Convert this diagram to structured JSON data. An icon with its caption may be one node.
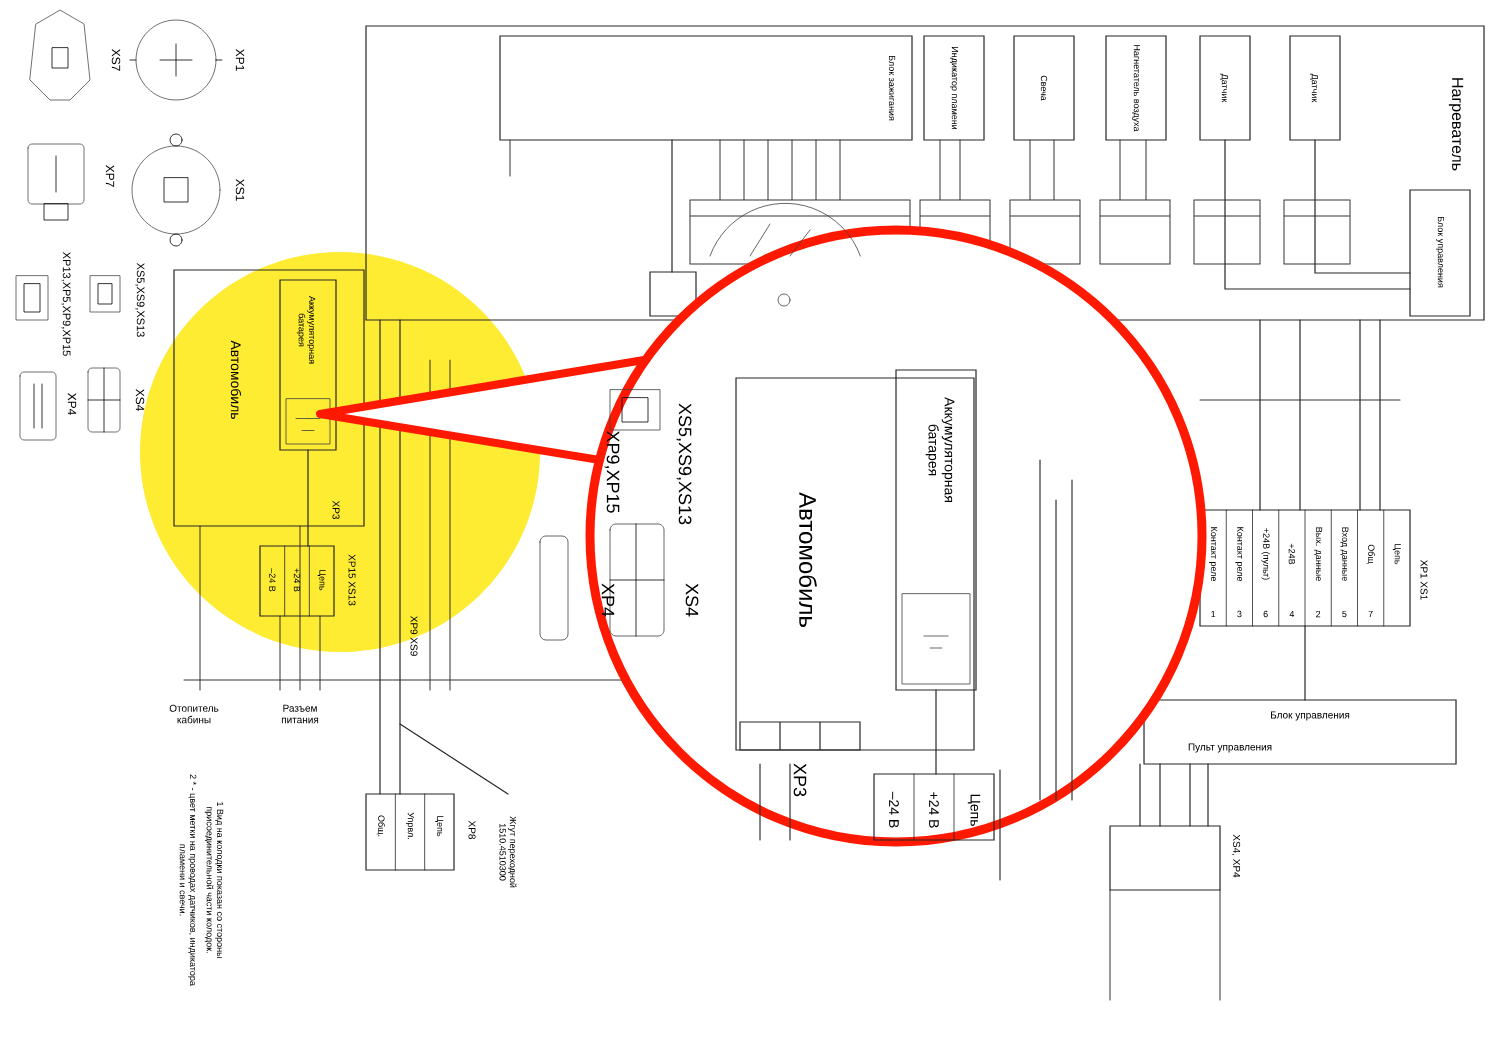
{
  "diagram": {
    "nodes": [
      {
        "text": [
          "Нагреватель"
        ]
      },
      {
        "text": [
          "Блок зажигания"
        ],
        "in": 0
      },
      {
        "text": [
          "Индикатор пламени"
        ],
        "in": 0
      },
      {
        "text": [
          "Свеча"
        ],
        "in": 0
      },
      {
        "text": [
          "Нагнетатель воздуха"
        ],
        "in": 0
      },
      {
        "text": [
          "Датчик"
        ],
        "in": 0
      },
      {
        "text": [
          "Датчик"
        ],
        "in": 0
      },
      {
        "text": [],
        "shape": "box",
        "in": 0
      },
      {
        "text": [
          "Блок управления"
        ],
        "in": 0
      },
      {
        "text": [
          "Автомобиль"
        ]
      },
      {
        "text": [
          "Аккумуляторная батарея"
        ],
        "in": 9
      },
      {
        "text": [
          "Общ.",
          "Упрвл.",
          "Цепь"
        ],
        "beside": [
          "XP8"
        ]
      },
      {
        "text": [
          "Жгут переходной 1510.4510300"
        ]
      },
      {
        "text": [
          "Блок управления",
          "Пульт управления"
        ]
      },
      {
        "text": [
          "Контакт реле",
          "Контакт реле",
          "+24В (пульт)",
          "+24В",
          "Вых. данные",
          "Вход данные",
          "Общ",
          "Цепь"
        ],
        "beside": [
          "XP1 XS1"
        ]
      },
      {
        "text": [],
        "shape": "box",
        "beside": [
          "XS4, XP4"
        ]
      },
      {
        "text": [
          "–24 В",
          "+24 В",
          "Цепь"
        ]
      },
      {
        "text": [
          "Автомобиль"
        ]
      },
      {
        "text": [
          "Аккумуляторная батарея"
        ],
        "in": 17
      },
      {
        "text": [
          "–24 В",
          "+24 В",
          "Цепь"
        ]
      }
    ],
    "edges": [
      {
        "from": 5,
        "to": 8,
        "arrow": "none"
      },
      {
        "from": 6,
        "to": 8,
        "arrow": "none"
      },
      {
        "from": 14,
        "to": 13,
        "arrow": "none"
      },
      {
        "from": 13,
        "to": 15,
        "arrow": "none"
      },
      {
        "from": 10,
        "to": 16,
        "arrow": "none"
      },
      {
        "from": 18,
        "to": 19,
        "arrow": "none"
      },
      {
        "from": 12,
        "to": null,
        "arrow": "none"
      },
      {
        "from": 0,
        "to": 11,
        "arrow": "none"
      },
      {
        "from": 0,
        "to": 11,
        "arrow": "none"
      },
      {
        "from": 0,
        "to": 14,
        "arrow": "none"
      },
      {
        "from": 0,
        "to": 14,
        "arrow": "none"
      },
      {
        "from": 0,
        "to": 14,
        "arrow": "none"
      },
      {
        "from": 0,
        "to": 14,
        "arrow": "none"
      },
      {
        "from": 13,
        "to": 15,
        "arrow": "none"
      },
      {
        "from": 13,
        "to": 15,
        "arrow": "none"
      },
      {
        "from": 13,
        "to": 15,
        "arrow": "none"
      },
      {
        "from": 1,
        "to": 7,
        "arrow": "none"
      }
    ],
    "labels": [
      "XS7",
      "XP1",
      "XP7",
      "XS1",
      "XP13,XP5,XP9,XP15",
      "XS5,XS9,XS13",
      "XP4",
      "XS4",
      "XP3",
      "XP15 XS13",
      "XP9 XS9",
      "Отопитель кабины",
      "Разъем питания",
      "1 Вид на колодки показан со стороны присоединительной части колодок.",
      "2 * - цвет метки на проводах датчиков, индикатора пламени и свечи.",
      "XP9,XP15",
      "XS5,XS9,XS13",
      "XP4",
      "XS4",
      "XP3",
      "1",
      "3",
      "6",
      "4",
      "2",
      "5",
      "7"
    ]
  }
}
